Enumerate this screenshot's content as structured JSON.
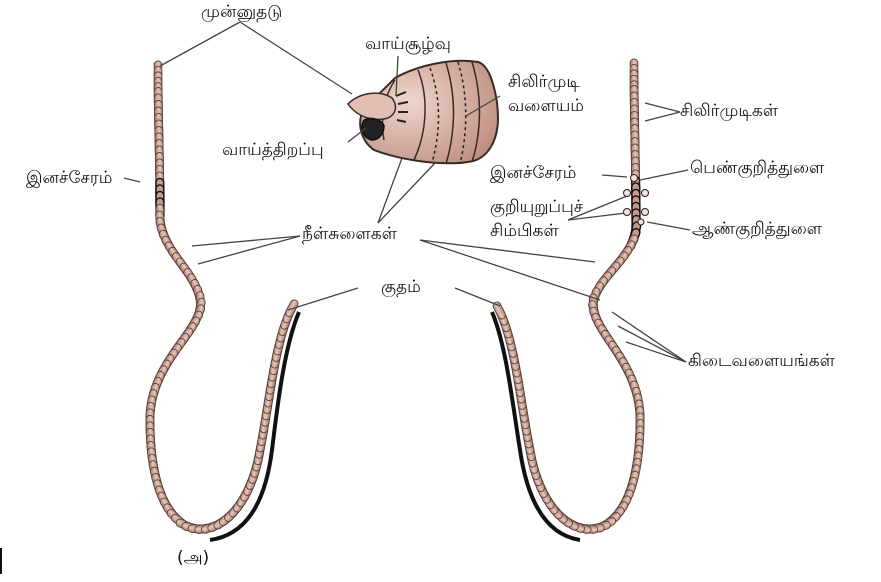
{
  "labels": {
    "prostomium": "முன்னுதடு",
    "peristomium": "வாய்சூழ்வு",
    "setae_ring": "சிலிர்முடி\nவளையம்",
    "mouth": "வாய்த்திறப்பு",
    "clitellum_left": "இனச்சேரம்",
    "setae": "சிலிர்முடிகள்",
    "clitellum_right": "இனச்சேரம்",
    "female_pore": "பெண்குறித்துளை",
    "genital_papillae": "குறியுறுப்புச்\nசிம்பிகள்",
    "male_pore": "ஆண்குறித்துளை",
    "nephridiopores": "நீள்சுளைகள்",
    "anus": "குதம்",
    "segments": "கிடைவளையங்கள்",
    "caption": "(அ)"
  },
  "colors": {
    "body": "#d8b2a6",
    "body_shadow": "#b88a7c",
    "outline": "#3a2a26",
    "line": "#444444"
  }
}
